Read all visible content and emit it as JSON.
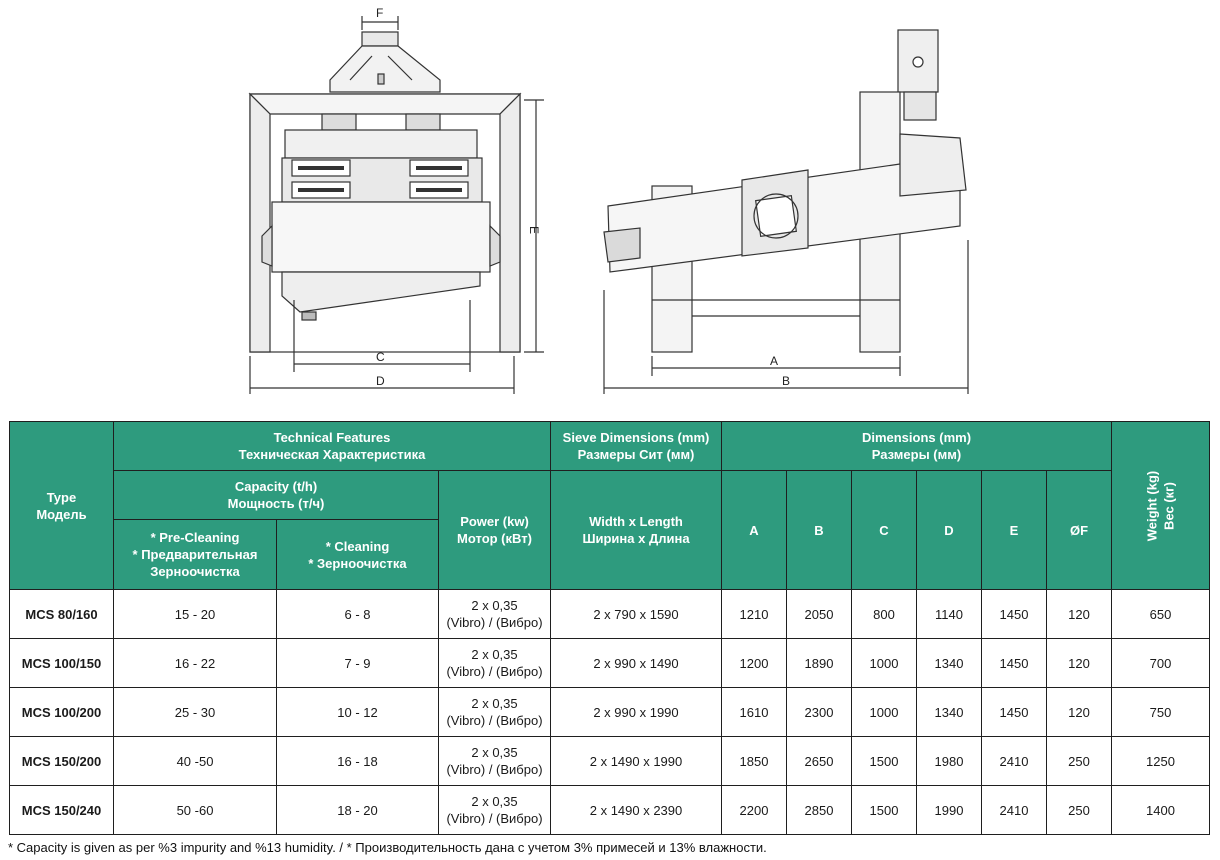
{
  "drawing": {
    "front_labels": {
      "f": "F",
      "c": "C",
      "d": "D",
      "e": "E"
    },
    "side_labels": {
      "a": "A",
      "b": "B"
    }
  },
  "table": {
    "headers": {
      "type": [
        "Type",
        "Модель"
      ],
      "technical": [
        "Technical Features",
        "Техническая Характеристика"
      ],
      "capacity": [
        "Capacity (t/h)",
        "Мощность (т/ч)"
      ],
      "pre_cleaning": [
        "* Pre-Cleaning",
        "* Предварительная",
        "Зерноочистка"
      ],
      "cleaning": [
        "* Cleaning",
        "* Зерноочистка"
      ],
      "power": [
        "Power (kw)",
        "Мотор (кВт)"
      ],
      "sieve": [
        "Sieve Dimensions (mm)",
        "Размеры Сит (мм)"
      ],
      "width_length": [
        "Width x Length",
        "Ширина x Длина"
      ],
      "dimensions": [
        "Dimensions (mm)",
        "Размеры (мм)"
      ],
      "dim_cols": [
        "A",
        "B",
        "C",
        "D",
        "E",
        "ØF"
      ],
      "weight": [
        "Weight (kg)",
        "Вес (кг)"
      ]
    },
    "rows": [
      {
        "model": "MCS 80/160",
        "pre": "15 - 20",
        "clean": "6 - 8",
        "power": [
          "2 x 0,35",
          "(Vibro) / (Вибро)"
        ],
        "sieve": "2 x 790 x 1590",
        "dims": [
          "1210",
          "2050",
          "800",
          "1140",
          "1450",
          "120"
        ],
        "weight": "650"
      },
      {
        "model": "MCS 100/150",
        "pre": "16 - 22",
        "clean": "7 - 9",
        "power": [
          "2 x 0,35",
          "(Vibro) / (Вибро)"
        ],
        "sieve": "2 x 990 x 1490",
        "dims": [
          "1200",
          "1890",
          "1000",
          "1340",
          "1450",
          "120"
        ],
        "weight": "700"
      },
      {
        "model": "MCS 100/200",
        "pre": "25 - 30",
        "clean": "10 - 12",
        "power": [
          "2 x 0,35",
          "(Vibro) / (Вибро)"
        ],
        "sieve": "2 x 990 x 1990",
        "dims": [
          "1610",
          "2300",
          "1000",
          "1340",
          "1450",
          "120"
        ],
        "weight": "750"
      },
      {
        "model": "MCS 150/200",
        "pre": "40 -50",
        "clean": "16 - 18",
        "power": [
          "2 x 0,35",
          "(Vibro) / (Вибро)"
        ],
        "sieve": "2 x 1490 x 1990",
        "dims": [
          "1850",
          "2650",
          "1500",
          "1980",
          "2410",
          "250"
        ],
        "weight": "1250"
      },
      {
        "model": "MCS 150/240",
        "pre": "50 -60",
        "clean": "18 - 20",
        "power": [
          "2 x 0,35",
          "(Vibro) / (Вибро)"
        ],
        "sieve": "2 x 1490 x 2390",
        "dims": [
          "2200",
          "2850",
          "1500",
          "1990",
          "2410",
          "250"
        ],
        "weight": "1400"
      }
    ]
  },
  "footnote": "* Capacity is given as per %3 impurity and %13 humidity. / * Производительность дана с учетом 3% примесей и 13% влажности.",
  "colors": {
    "header_bg": "#2e9b7e",
    "header_text": "#ffffff",
    "border": "#1f1f1f"
  }
}
